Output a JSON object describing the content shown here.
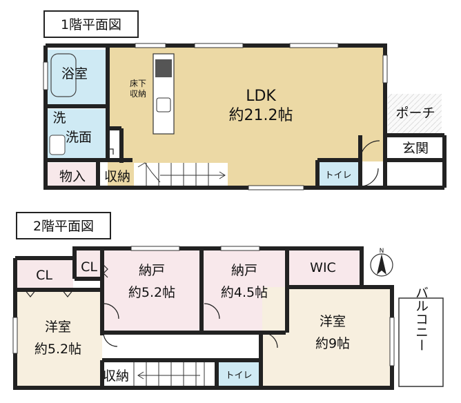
{
  "floor1": {
    "title": "1階平面図",
    "rooms": {
      "bath": "浴室",
      "wash_1": "洗",
      "wash_2": "洗面",
      "storage": "物入",
      "closet": "収納",
      "underfloor": "床下\n収納",
      "ldk": "LDK",
      "ldk_size": "約21.2帖",
      "porch": "ポーチ",
      "entrance": "玄関",
      "toilet": "トイレ"
    }
  },
  "floor2": {
    "title": "2階平面図",
    "rooms": {
      "cl_left": "CL",
      "cl_small": "CL",
      "nando1": "納戸",
      "nando1_size": "約5.2帖",
      "nando2": "納戸",
      "nando2_size": "約4.5帖",
      "wic": "WIC",
      "western_left": "洋室",
      "western_left_size": "約5.2帖",
      "western_right": "洋室",
      "western_right_size": "約9帖",
      "closet": "収納",
      "toilet": "トイレ",
      "balcony": "バルコニー"
    }
  },
  "compass": {
    "north": "N"
  },
  "colors": {
    "ldk": "#ecd9a5",
    "bath": "#cfeaf4",
    "storage": "#f7e8ea",
    "nando": "#f8e8eb",
    "wic": "#f8e8eb",
    "western": "#f7efdf",
    "hall": "#ffffff"
  }
}
